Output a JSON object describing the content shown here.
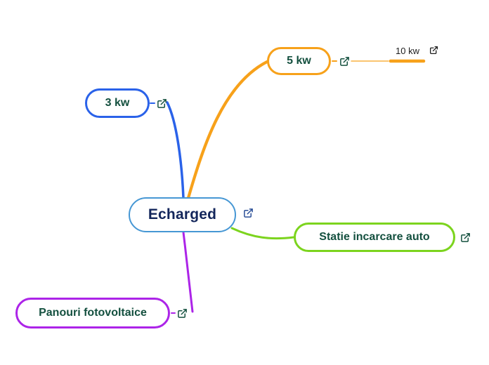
{
  "app": {
    "type": "mindmap",
    "background": "#ffffff"
  },
  "nodes": {
    "root": {
      "label": "Echarged",
      "border_color": "#4697d4",
      "text_color": "#13265b",
      "icon": "external-link",
      "icon_color": "#2b4f97"
    },
    "kw3": {
      "label": "3 kw",
      "border_color": "#2a62e9",
      "text_color": "#14503f",
      "icon": "external-link",
      "icon_color": "#14503f"
    },
    "kw5": {
      "label": "5 kw",
      "border_color": "#f7a11a",
      "text_color": "#14503f",
      "icon": "external-link",
      "icon_color": "#14503f"
    },
    "kw10": {
      "label": "10 kw",
      "underline_color": "#f7a11a",
      "text_color": "#1c1c1c",
      "icon": "external-link",
      "icon_color": "#1c1c1c"
    },
    "statie": {
      "label": "Statie incarcare auto",
      "border_color": "#7cd41e",
      "text_color": "#14503f",
      "icon": "external-link",
      "icon_color": "#14503f"
    },
    "panouri": {
      "label": "Panouri fotovoltaice",
      "border_color": "#ac24e8",
      "text_color": "#14503f",
      "icon": "external-link",
      "icon_color": "#14503f"
    }
  },
  "edges": [
    {
      "from": "Echarged",
      "to": "3 kw",
      "color": "#2a62e9"
    },
    {
      "from": "Echarged",
      "to": "5 kw",
      "color": "#f7a11a"
    },
    {
      "from": "5 kw",
      "to": "10 kw",
      "color": "#f7a11a"
    },
    {
      "from": "Echarged",
      "to": "Statie incarcare auto",
      "color": "#7cd41e"
    },
    {
      "from": "Echarged",
      "to": "Panouri fotovoltaice",
      "color": "#ac24e8"
    }
  ]
}
